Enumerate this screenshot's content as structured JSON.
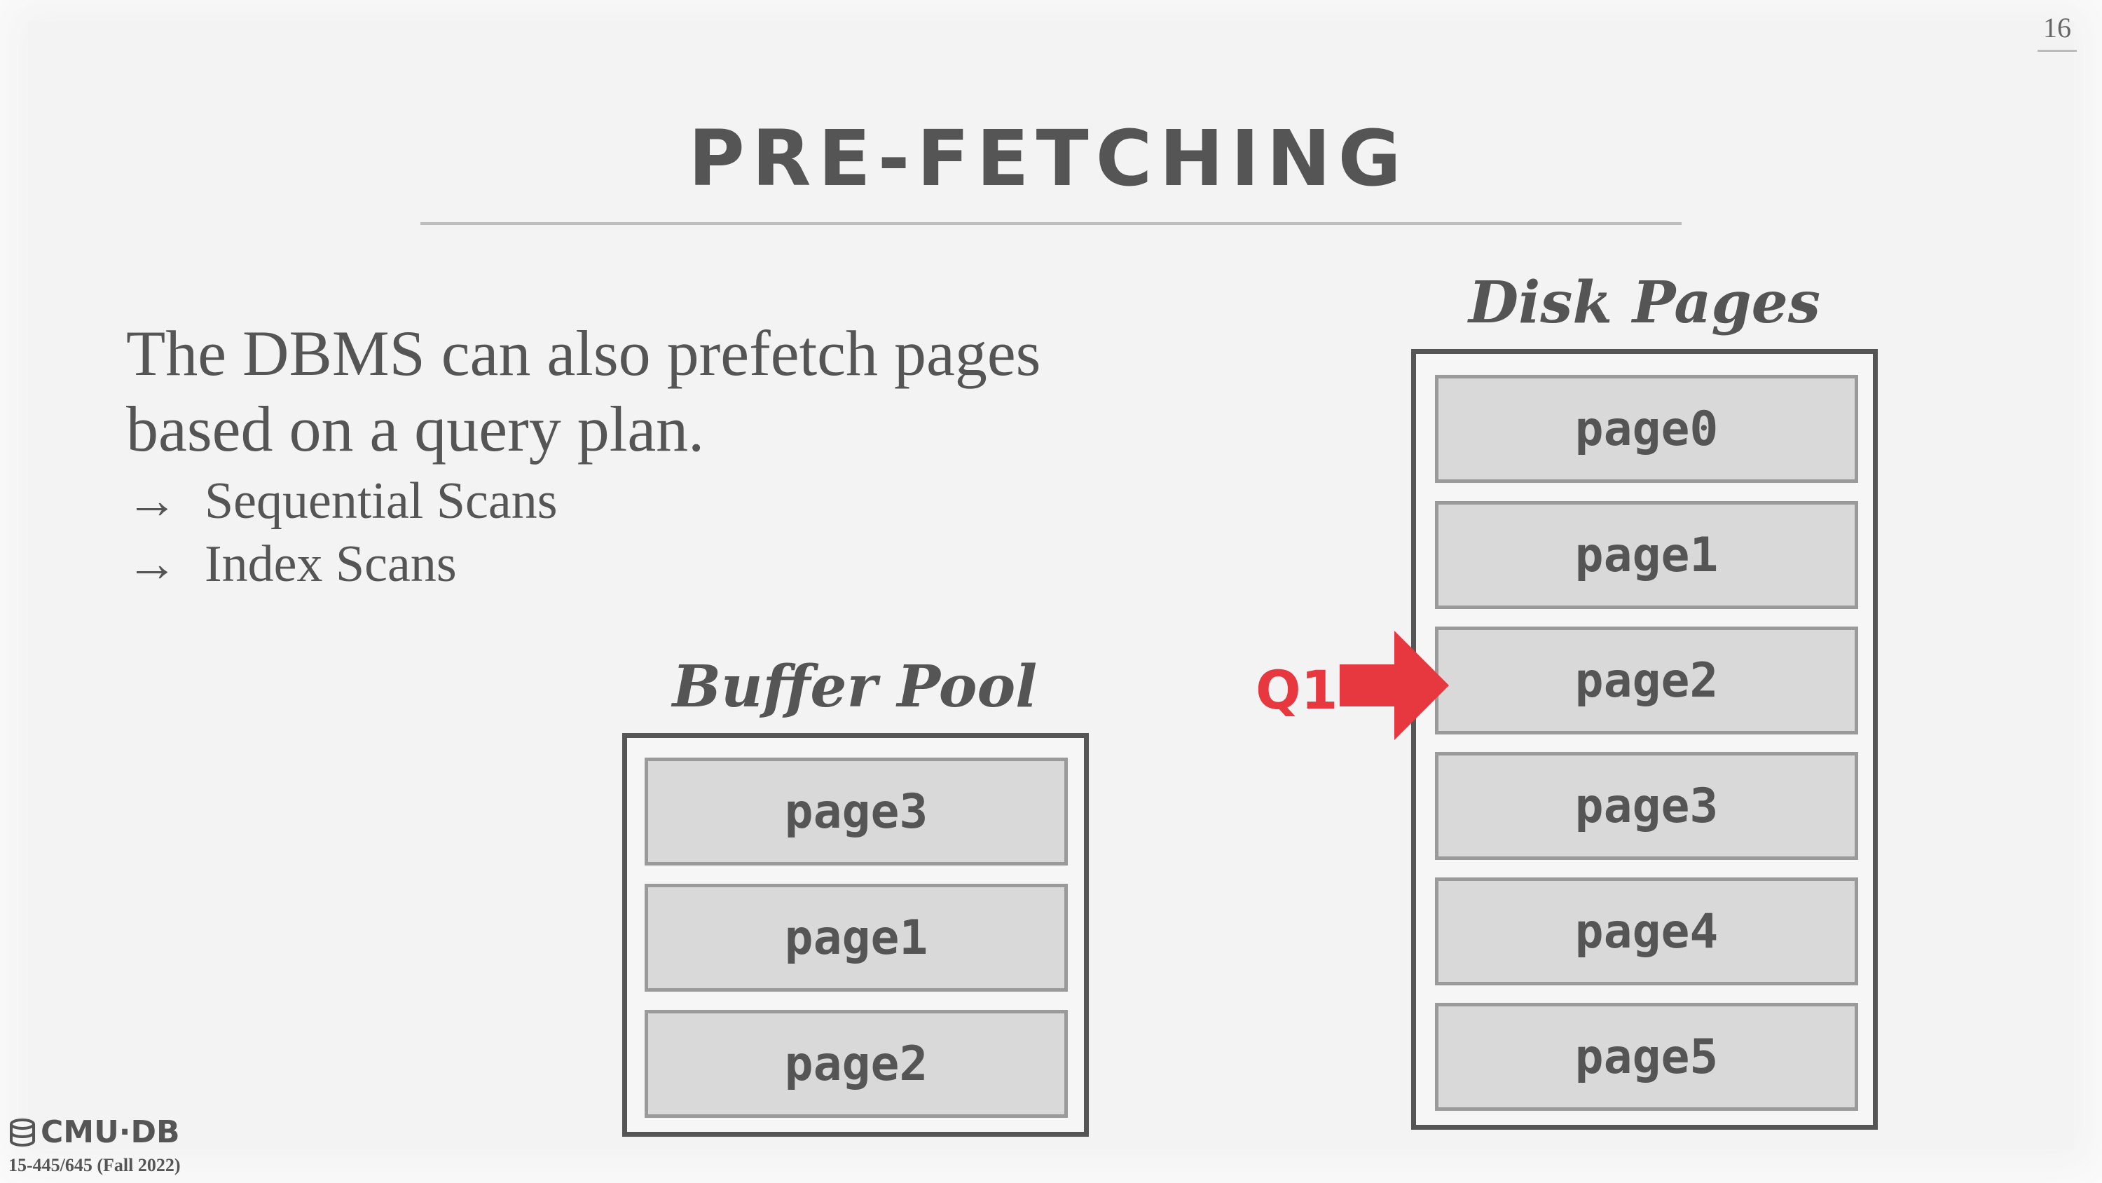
{
  "slide_number": "16",
  "title": "PRE-FETCHING",
  "body": {
    "line1": "The DBMS can also prefetch pages",
    "line2": "based on a query plan.",
    "bullets": [
      {
        "arrow": "→",
        "text": "Sequential Scans"
      },
      {
        "arrow": "→",
        "text": "Index Scans"
      }
    ]
  },
  "buffer_pool": {
    "label": "Buffer Pool",
    "pages": [
      "page3",
      "page1",
      "page2"
    ]
  },
  "disk_pages": {
    "label": "Disk Pages",
    "pages": [
      "page0",
      "page1",
      "page2",
      "page3",
      "page4",
      "page5"
    ]
  },
  "query": {
    "label": "Q1",
    "pointer_target": "page2",
    "color": "#e8383f"
  },
  "footer": {
    "logo": "CMU·DB",
    "course": "15-445/645 (Fall 2022)"
  }
}
